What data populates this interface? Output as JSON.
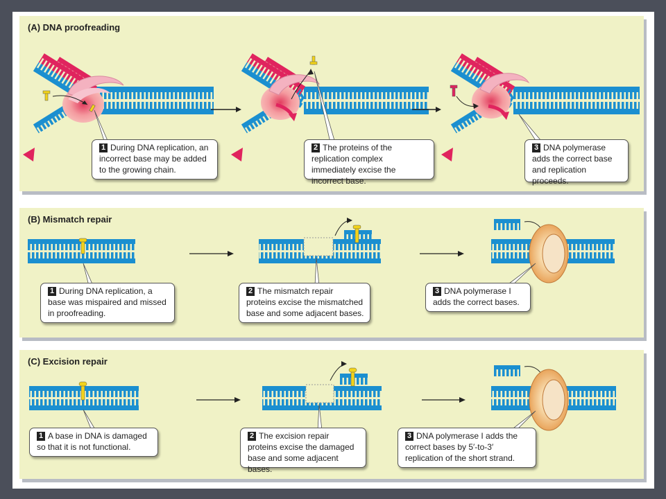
{
  "panels": {
    "a": {
      "title": "(A)  DNA proofreading",
      "steps": [
        {
          "num": "1",
          "text": "During DNA replication, an incorrect base may be added to the growing chain."
        },
        {
          "num": "2",
          "text": "The proteins of the replication complex immediately excise the incorrect base."
        },
        {
          "num": "3",
          "text": "DNA polymerase adds the correct base and replication proceeds."
        }
      ]
    },
    "b": {
      "title": "(B)  Mismatch repair",
      "steps": [
        {
          "num": "1",
          "text": "During DNA replication, a base was mispaired and missed in proofreading."
        },
        {
          "num": "2",
          "text": "The mismatch repair proteins excise the mismatched base and some adjacent bases."
        },
        {
          "num": "3",
          "text": "DNA polymerase I adds the correct bases."
        }
      ]
    },
    "c": {
      "title": "(C)  Excision repair",
      "steps": [
        {
          "num": "1",
          "text": "A base in DNA is damaged so that it is not functional."
        },
        {
          "num": "2",
          "text": "The excision repair proteins excise the damaged base and some adjacent bases."
        },
        {
          "num": "3",
          "text": "DNA polymerase I adds the correct bases by 5′-to-3′ replication of the short strand."
        }
      ]
    }
  },
  "colors": {
    "dna_blue": "#1b8fd0",
    "new_strand_red": "#e0245e",
    "wrong_base_yellow": "#f2d31b",
    "polymerase_pink": "#f3a9a6",
    "panel_bg": "#f0f2c6",
    "polymerase_I_orange": "#f6cc95"
  }
}
